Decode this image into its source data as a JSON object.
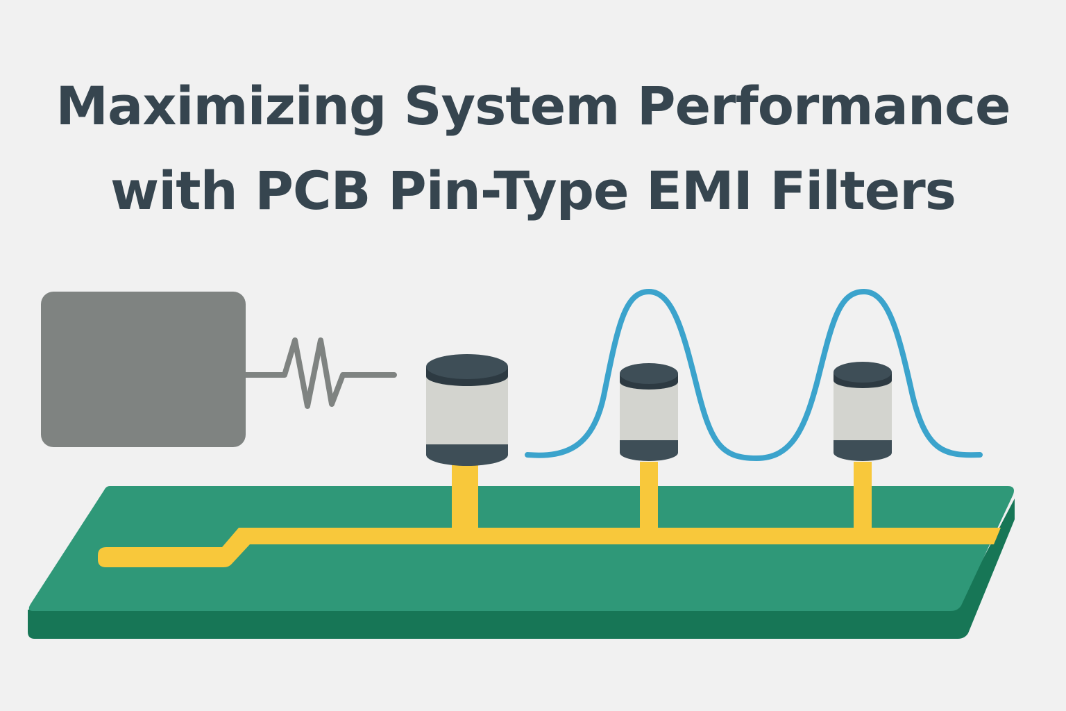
{
  "title": {
    "line1": "Maximizing System Performance",
    "line2": "with PCB Pin-Type EMI Filters"
  },
  "colors": {
    "background": "#f1f1f1",
    "title_text": "#36454f",
    "source_block": "#7f8381",
    "board_top": "#2f9878",
    "board_side": "#177656",
    "trace": "#f8c83b",
    "filter_cap": "#3e4e57",
    "filter_body": "#d3d4cf",
    "noise_wave": "#3ba3cc"
  },
  "icons": [
    "noise-source-block",
    "resistor-zigzag",
    "pin-type-emi-filter",
    "sine-wave",
    "pcb-board",
    "copper-trace"
  ]
}
